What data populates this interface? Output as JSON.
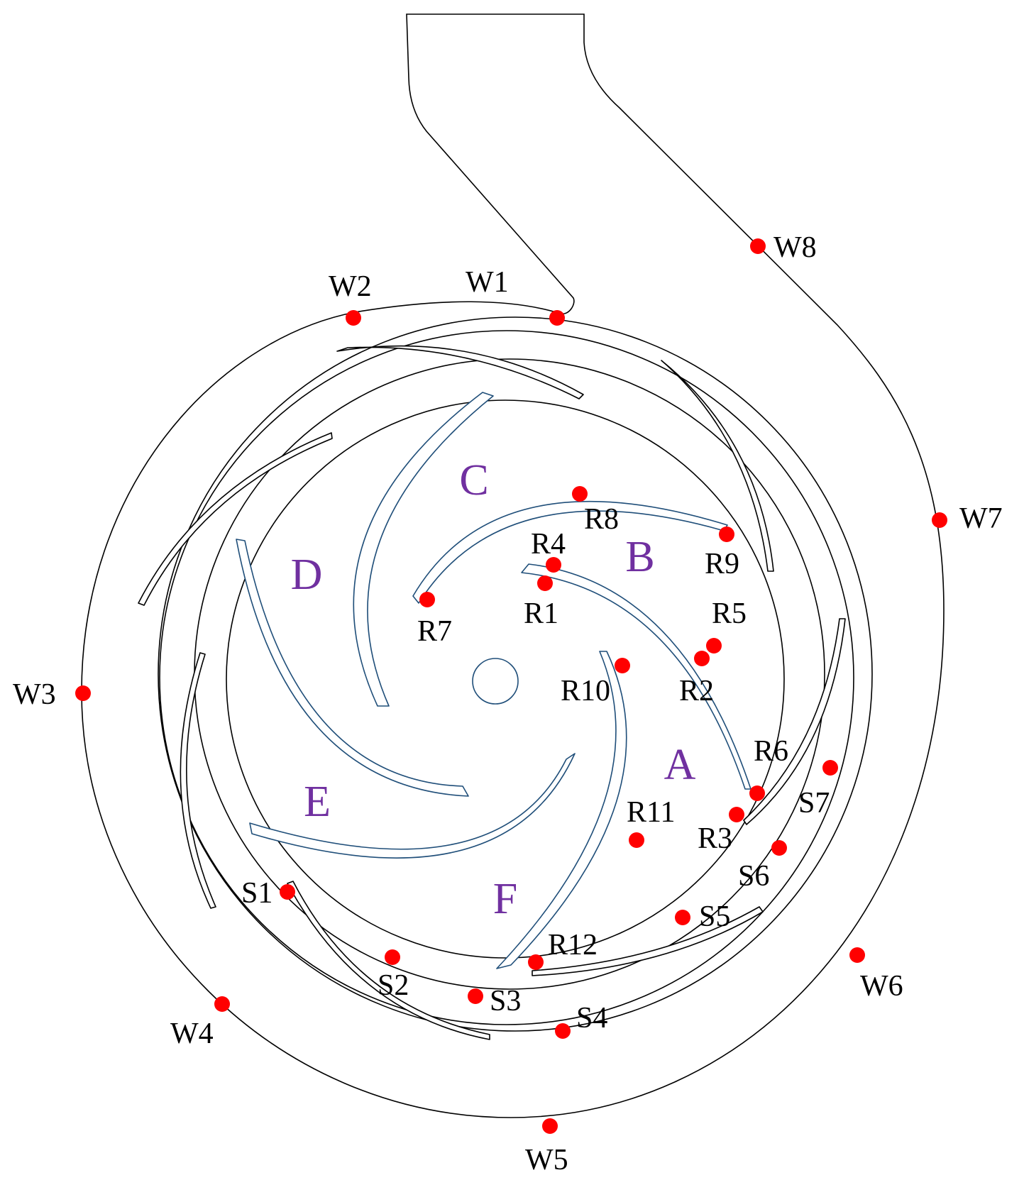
{
  "colors": {
    "probe": "#ff0000",
    "zone_label": "#7030a0",
    "impeller_outline": "#1f4e79",
    "volute_outline": "#000000"
  },
  "zones": [
    {
      "id": "A",
      "label": "A"
    },
    {
      "id": "B",
      "label": "B"
    },
    {
      "id": "C",
      "label": "C"
    },
    {
      "id": "D",
      "label": "D"
    },
    {
      "id": "E",
      "label": "E"
    },
    {
      "id": "F",
      "label": "F"
    }
  ],
  "probes": {
    "impeller": [
      "R1",
      "R2",
      "R3",
      "R4",
      "R5",
      "R6",
      "R7",
      "R8",
      "R9",
      "R10",
      "R11",
      "R12"
    ],
    "diffuser": [
      "S1",
      "S2",
      "S3",
      "S4",
      "S5",
      "S6",
      "S7"
    ],
    "volute": [
      "W1",
      "W2",
      "W3",
      "W4",
      "W5",
      "W6",
      "W7",
      "W8"
    ]
  }
}
